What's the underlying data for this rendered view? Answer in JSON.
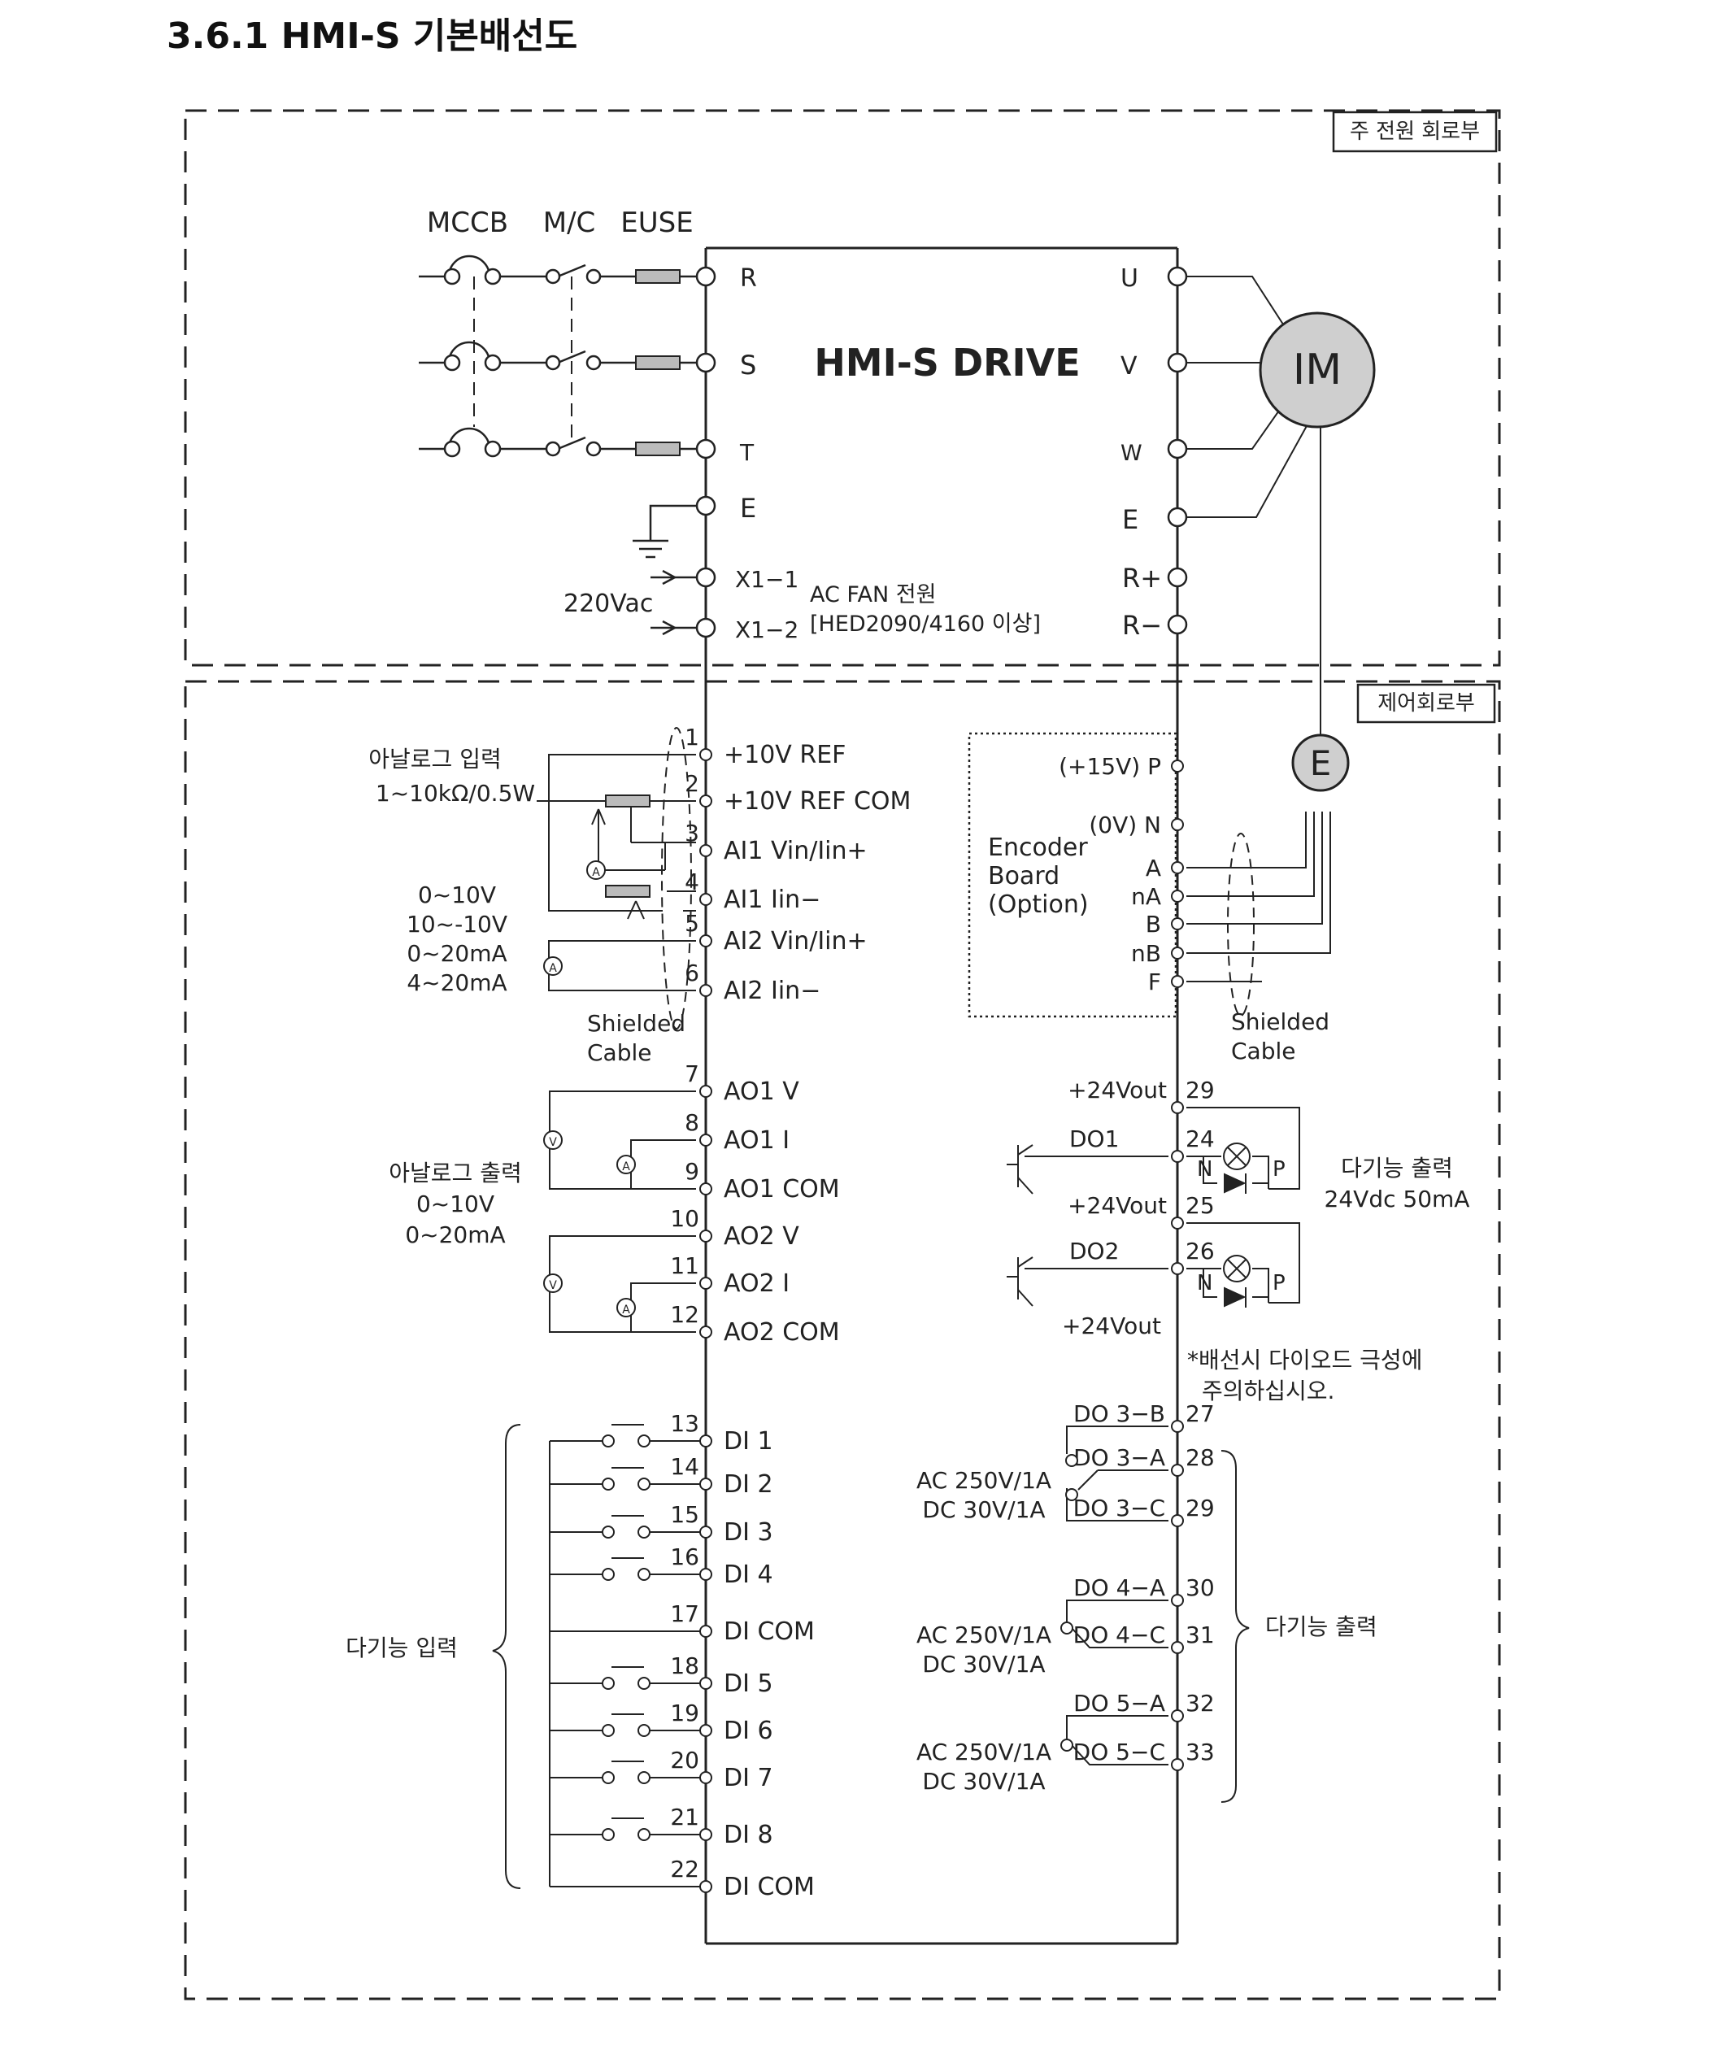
{
  "heading": "3.6.1 HMI-S 기본배선도",
  "sections": {
    "main_power": "주 전원 회로부",
    "control": "제어회로부"
  },
  "drive_title": "HMI-S DRIVE",
  "motor": "IM",
  "encoder": "E",
  "breaker_labels": [
    "MCCB",
    "M/C",
    "EUSE"
  ],
  "input_terminals": [
    "R",
    "S",
    "T",
    "E"
  ],
  "output_terminals": [
    "U",
    "V",
    "W",
    "E"
  ],
  "regen_terminals": [
    "R+",
    "R−"
  ],
  "fan": {
    "supply": "220Vac",
    "terminals": [
      "X1−1",
      "X1−2"
    ],
    "note_line1": "AC FAN 전원",
    "note_line2": "[HED2090/4160 이상]"
  },
  "analog_input": {
    "title": "아날로그 입력",
    "spec": "1~10kΩ/0.5W",
    "ranges": [
      "0~10V",
      "10~-10V",
      "0~20mA",
      "4~20mA"
    ]
  },
  "shielded_cable": [
    "Shielded",
    "Cable"
  ],
  "analog_output": {
    "title": "아날로그 출력",
    "ranges": [
      "0~10V",
      "0~20mA"
    ]
  },
  "meter_symbols": {
    "ammeter": "A",
    "voltmeter": "V"
  },
  "left_terminals": [
    {
      "num": "1",
      "name": "+10V REF"
    },
    {
      "num": "2",
      "name": "+10V REF COM"
    },
    {
      "num": "3",
      "name": "AI1 Vin/Iin+"
    },
    {
      "num": "4",
      "name": "AI1 Iin−"
    },
    {
      "num": "5",
      "name": "AI2 Vin/Iin+"
    },
    {
      "num": "6",
      "name": "AI2 Iin−"
    },
    {
      "num": "7",
      "name": "AO1 V"
    },
    {
      "num": "8",
      "name": "AO1 I"
    },
    {
      "num": "9",
      "name": "AO1 COM"
    },
    {
      "num": "10",
      "name": "AO2 V"
    },
    {
      "num": "11",
      "name": "AO2 I"
    },
    {
      "num": "12",
      "name": "AO2 COM"
    },
    {
      "num": "13",
      "name": "DI 1"
    },
    {
      "num": "14",
      "name": "DI 2"
    },
    {
      "num": "15",
      "name": "DI 3"
    },
    {
      "num": "16",
      "name": "DI 4"
    },
    {
      "num": "17",
      "name": "DI COM"
    },
    {
      "num": "18",
      "name": "DI 5"
    },
    {
      "num": "19",
      "name": "DI 6"
    },
    {
      "num": "20",
      "name": "DI 7"
    },
    {
      "num": "21",
      "name": "DI 8"
    },
    {
      "num": "22",
      "name": "DI COM"
    }
  ],
  "digital_input": {
    "title": "다기능 입력"
  },
  "encoder_board": {
    "title": [
      "Encoder",
      "Board",
      "(Option)"
    ],
    "pins": [
      "(+15V) P",
      "(0V) N",
      "A",
      "nA",
      "B",
      "nB",
      "F"
    ]
  },
  "do_outputs": {
    "pins": [
      {
        "num": "29",
        "label": "+24Vout"
      },
      {
        "num": "24",
        "label": "DO1"
      },
      {
        "num": "25",
        "label": "+24Vout"
      },
      {
        "num": "26",
        "label": "DO2"
      }
    ],
    "polarity": [
      "N",
      "P"
    ],
    "extra_label": "+24Vout",
    "title": "다기능 출력",
    "rating": "24Vdc 50mA",
    "note_line1": "*배선시 다이오드 극성에",
    "note_line2": "주의하십시오."
  },
  "relays": {
    "terminals": [
      {
        "num": "27",
        "name": "DO 3−B"
      },
      {
        "num": "28",
        "name": "DO 3−A"
      },
      {
        "num": "29",
        "name": "DO 3−C"
      },
      {
        "num": "30",
        "name": "DO 4−A"
      },
      {
        "num": "31",
        "name": "DO 4−C"
      },
      {
        "num": "32",
        "name": "DO 5−A"
      },
      {
        "num": "33",
        "name": "DO 5−C"
      }
    ],
    "rating_ac": "AC 250V/1A",
    "rating_dc": "DC 30V/1A",
    "title": "다기능 출력"
  }
}
